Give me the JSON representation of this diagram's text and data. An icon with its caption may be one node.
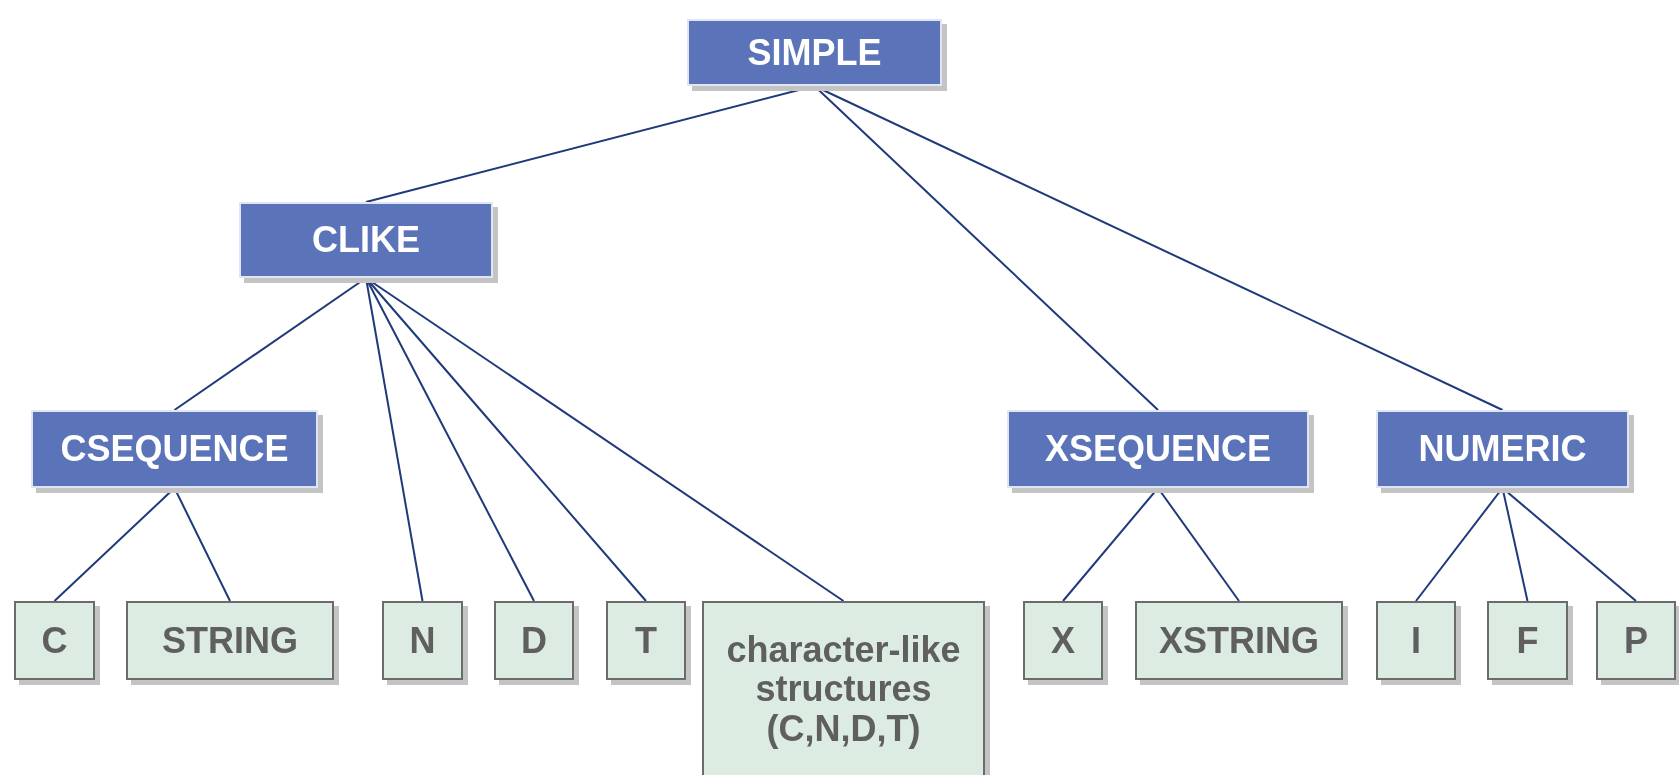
{
  "diagram": {
    "nodes": [
      {
        "text": [
          "SIMPLE"
        ]
      },
      {
        "text": [
          "CLIKE"
        ]
      },
      {
        "text": [
          "CSEQUENCE"
        ]
      },
      {
        "text": [
          "XSEQUENCE"
        ]
      },
      {
        "text": [
          "NUMERIC"
        ]
      },
      {
        "text": [
          "C"
        ]
      },
      {
        "text": [
          "STRING"
        ]
      },
      {
        "text": [
          "N"
        ]
      },
      {
        "text": [
          "D"
        ]
      },
      {
        "text": [
          "T"
        ]
      },
      {
        "text": [
          "character-like structures (C,N,D,T)"
        ]
      },
      {
        "text": [
          "X"
        ]
      },
      {
        "text": [
          "XSTRING"
        ]
      },
      {
        "text": [
          "I"
        ]
      },
      {
        "text": [
          "F"
        ]
      },
      {
        "text": [
          "P"
        ]
      }
    ],
    "edges": [
      {
        "from": 0,
        "to": 1,
        "arrow": "none"
      },
      {
        "from": 0,
        "to": 3,
        "arrow": "none"
      },
      {
        "from": 0,
        "to": 4,
        "arrow": "none"
      },
      {
        "from": 1,
        "to": 2,
        "arrow": "none"
      },
      {
        "from": 1,
        "to": 7,
        "arrow": "none"
      },
      {
        "from": 1,
        "to": 8,
        "arrow": "none"
      },
      {
        "from": 1,
        "to": 9,
        "arrow": "none"
      },
      {
        "from": 1,
        "to": 10,
        "arrow": "none"
      },
      {
        "from": 2,
        "to": 5,
        "arrow": "none"
      },
      {
        "from": 2,
        "to": 6,
        "arrow": "none"
      },
      {
        "from": 3,
        "to": 11,
        "arrow": "none"
      },
      {
        "from": 3,
        "to": 12,
        "arrow": "none"
      },
      {
        "from": 4,
        "to": 13,
        "arrow": "none"
      },
      {
        "from": 4,
        "to": 14,
        "arrow": "none"
      },
      {
        "from": 4,
        "to": 15,
        "arrow": "none"
      }
    ]
  }
}
